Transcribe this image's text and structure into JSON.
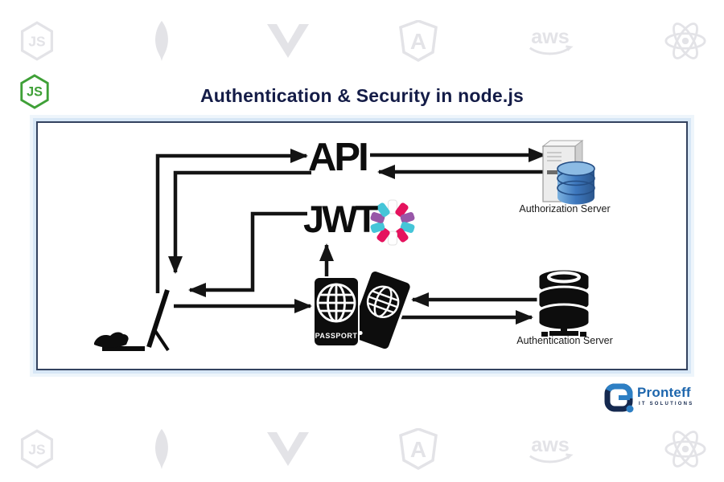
{
  "page": {
    "title": "Authentication & Security in node.js"
  },
  "diagram": {
    "api_label": "API",
    "jwt_label": "JWT",
    "passport_label": "PASSPORT",
    "authorization_server_label": "Authorization Server",
    "authentication_server_label": "Authentication Server"
  },
  "branding": {
    "name": "Pronteff",
    "tagline": "IT SOLUTIONS"
  },
  "watermarks": {
    "aws_text": "aws",
    "items": [
      "nodejs",
      "mongodb",
      "vuejs",
      "angular",
      "aws",
      "react"
    ]
  },
  "colors": {
    "title_navy": "#141c47",
    "node_green": "#3fa037",
    "watermark_gray": "#e3e3e7",
    "line_black": "#141414",
    "jwt_pink": "#e5135e",
    "jwt_purple": "#9857a8",
    "jwt_teal": "#45c5d8",
    "pronteff_blue": "#2d7fc4",
    "pronteff_navy": "#15294f",
    "box_border": "#33425f",
    "box_glow": "#d7e7f6"
  }
}
